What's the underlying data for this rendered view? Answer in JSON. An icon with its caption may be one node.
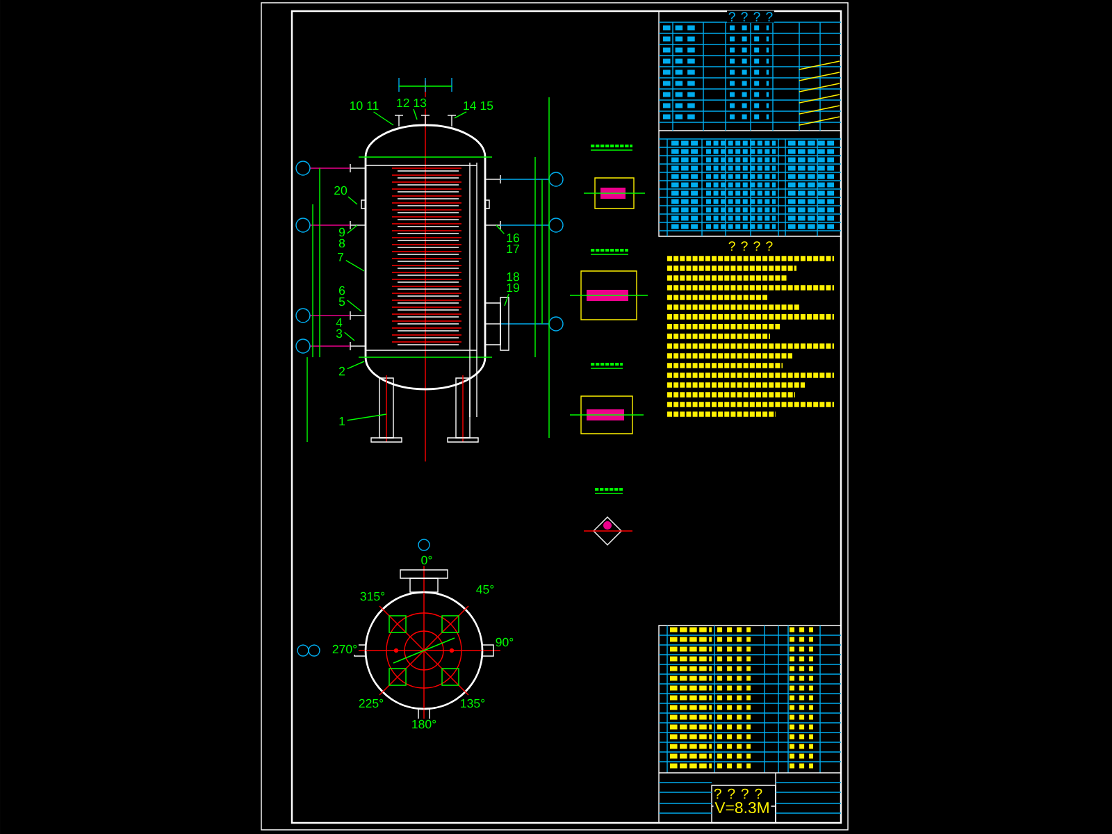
{
  "diagram": {
    "nodes": [
      {
        "text": [
          "10 11"
        ]
      },
      {
        "text": [
          "12 13"
        ]
      },
      {
        "text": [
          "14 15"
        ]
      },
      {
        "text": [
          "20"
        ]
      },
      {
        "text": [
          "9",
          "8"
        ]
      },
      {
        "text": [
          "7"
        ]
      },
      {
        "text": [
          "6",
          "5"
        ]
      },
      {
        "text": [
          "4",
          "3"
        ]
      },
      {
        "text": [
          "2"
        ]
      },
      {
        "text": [
          "1"
        ]
      },
      {
        "text": [
          "16",
          "17"
        ]
      },
      {
        "text": [
          "18",
          "19"
        ]
      }
    ],
    "edges": [
      {
        "from": 0,
        "to": null,
        "arrow": "none"
      },
      {
        "from": 1,
        "to": null,
        "arrow": "none"
      },
      {
        "from": 2,
        "to": null,
        "arrow": "none"
      },
      {
        "from": 3,
        "to": null,
        "arrow": "none"
      },
      {
        "from": 4,
        "to": null,
        "arrow": "none"
      },
      {
        "from": 5,
        "to": null,
        "arrow": "none"
      },
      {
        "from": 6,
        "to": null,
        "arrow": "none"
      },
      {
        "from": 7,
        "to": null,
        "arrow": "none"
      },
      {
        "from": 8,
        "to": null,
        "arrow": "none"
      },
      {
        "from": 9,
        "to": null,
        "arrow": "none"
      },
      {
        "from": 10,
        "to": null,
        "arrow": "none"
      },
      {
        "from": 11,
        "to": null,
        "arrow": "none"
      }
    ],
    "labels": [
      "? ? ? ?",
      "? ? ? ?",
      "0°",
      "315°",
      "45°",
      "270°",
      "90°",
      "225°",
      "135°",
      "180°",
      "? ? ? ?",
      "V=8.3M"
    ]
  }
}
